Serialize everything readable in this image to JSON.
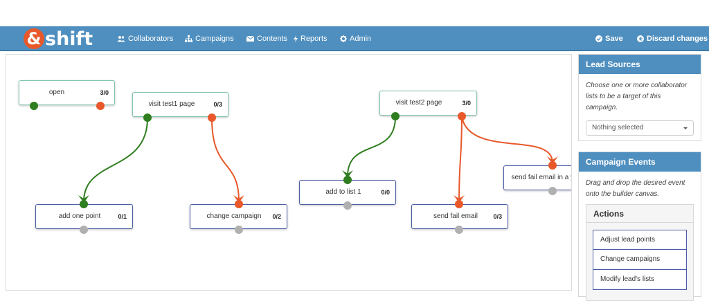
{
  "app": {
    "logo_amp": "&",
    "logo_text": "shift"
  },
  "nav": {
    "collaborators": "Collaborators",
    "campaigns": "Campaigns",
    "contents": "Contents",
    "reports": "Reports",
    "admin": "Admin",
    "save": "Save",
    "discard": "Discard changes"
  },
  "colors": {
    "navbar": "#4f8fbf",
    "success": "#2e7d1e",
    "fail": "#e8582a",
    "endpoint_idle": "#b0b0b0"
  },
  "nodes": [
    {
      "label": "open",
      "count": "3/0"
    },
    {
      "label": "visit test1 page",
      "count": "0/3"
    },
    {
      "label": "visit test2 page",
      "count": "3/0"
    },
    {
      "label": "add one point",
      "count": "0/1"
    },
    {
      "label": "change campaign",
      "count": "0/2"
    },
    {
      "label": "add to list 1",
      "count": "0/0"
    },
    {
      "label": "send fail email",
      "count": "0/3"
    },
    {
      "label": "send fail email in a year",
      "count": ""
    }
  ],
  "sidebar": {
    "lead_sources": {
      "title": "Lead Sources",
      "description": "Choose one or more collaborator lists to be a target of this campaign.",
      "select_value": "Nothing selected"
    },
    "campaign_events": {
      "title": "Campaign Events",
      "description": "Drag and drop the desired event onto the builder canvas.",
      "actions_title": "Actions",
      "actions": [
        "Adjust lead points",
        "Change campaigns",
        "Modify lead's lists"
      ]
    }
  }
}
